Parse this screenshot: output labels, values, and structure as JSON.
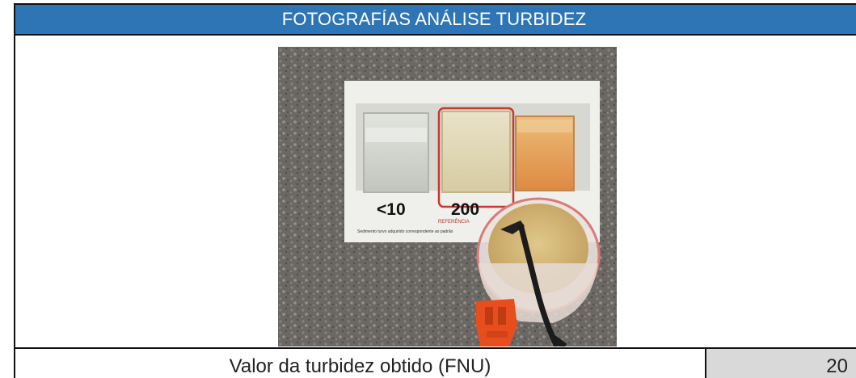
{
  "header": {
    "title": "FOTOGRAFÍAS ANÁLISE TURBIDEZ"
  },
  "photo": {
    "reference_card": {
      "labels": [
        "<10",
        "200"
      ],
      "caption_small": "REFERÊNCIA",
      "footnote": "Sedimento turvo adquirido correspondente ao padrão"
    }
  },
  "result": {
    "label": "Valor da turbidez obtido (FNU)",
    "value": "20"
  }
}
